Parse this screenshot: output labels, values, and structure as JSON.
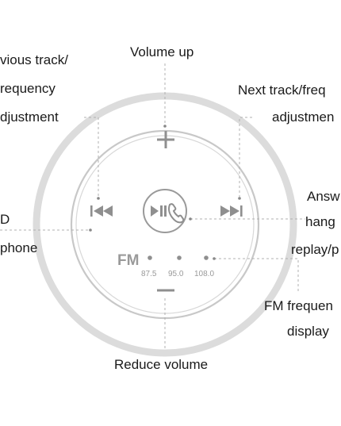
{
  "labels": {
    "prev_line1": "vious track/",
    "prev_line2": "requency",
    "prev_line3": "djustment",
    "volume_up": "Volume up",
    "next_line1": "Next track/freq",
    "next_line2": "adjustmen",
    "led_line1": "D",
    "led_line2": "phone",
    "answer_line1": "Answ",
    "answer_line2": "hang",
    "answer_line3": "replay/p",
    "fm_line1": "FM frequen",
    "fm_line2": "display",
    "reduce_volume": "Reduce volume"
  },
  "device": {
    "fm_label": "FM",
    "fm_freqs": [
      "87.5",
      "95.0",
      "108.0"
    ]
  },
  "icons": {
    "previous": "previous-track-icon",
    "play_pause": "play-pause-icon",
    "phone": "phone-icon",
    "next": "next-track-icon",
    "plus": "plus-icon",
    "minus": "minus-icon"
  },
  "colors": {
    "outer_ring": "#dcdcdc",
    "inner_ring": "#c8c8c8",
    "icon": "#8f8f8f",
    "leader_line": "#b0b0b0"
  }
}
